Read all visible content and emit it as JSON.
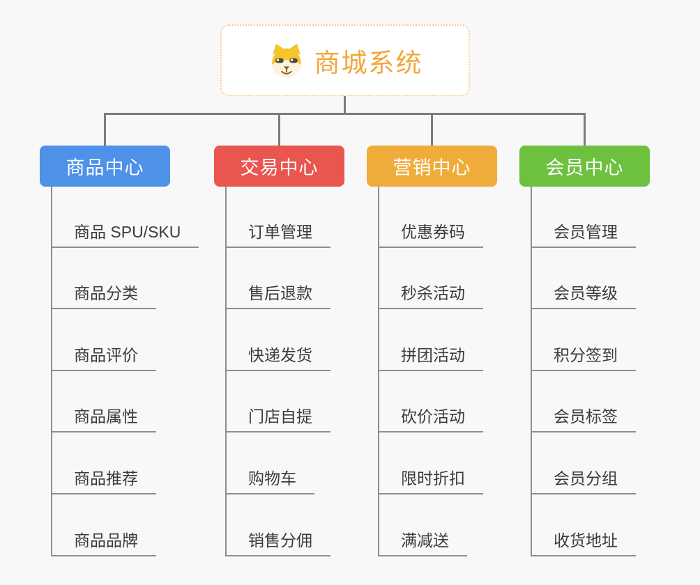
{
  "root": {
    "title": "商城系统",
    "icon": "shiba-dog-face-icon"
  },
  "colors": {
    "root_accent": "#f2a73b",
    "root_border": "#f4cd90",
    "product_blue": "#4e91e9",
    "trade_red": "#e9564f",
    "marketing_orange": "#f0ac3a",
    "member_green": "#6dc13f",
    "connector_gray": "#7c7c7c"
  },
  "branches": [
    {
      "title": "商品中心",
      "color": "#4e91e9",
      "items": [
        "商品 SPU/SKU",
        "商品分类",
        "商品评价",
        "商品属性",
        "商品推荐",
        "商品品牌"
      ]
    },
    {
      "title": "交易中心",
      "color": "#e9564f",
      "items": [
        "订单管理",
        "售后退款",
        "快递发货",
        "门店自提",
        "购物车",
        "销售分佣"
      ]
    },
    {
      "title": "营销中心",
      "color": "#f0ac3a",
      "items": [
        "优惠券码",
        "秒杀活动",
        "拼团活动",
        "砍价活动",
        "限时折扣",
        "满减送"
      ]
    },
    {
      "title": "会员中心",
      "color": "#6dc13f",
      "items": [
        "会员管理",
        "会员等级",
        "积分签到",
        "会员标签",
        "会员分组",
        "收货地址"
      ]
    }
  ]
}
